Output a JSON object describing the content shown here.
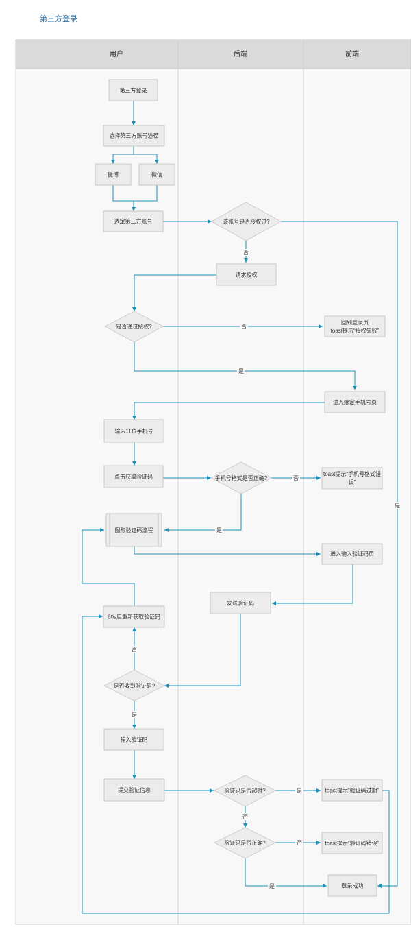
{
  "title": "第三方登录",
  "lanes": [
    "用户",
    "后端",
    "前端"
  ],
  "nodes": {
    "n_start": "第三方登录",
    "n_choose": "选择第三方账号途径",
    "n_weibo": "微博",
    "n_wechat": "微信",
    "n_selected": "选定第三方账号",
    "n_authorized": "该账号是否授权过?",
    "n_request": "请求授权",
    "n_passed": "是否通过授权?",
    "n_back_l1": "回到登录页",
    "n_back_l2": "toast提示“授权失败”",
    "n_bind": "进入绑定手机号页",
    "n_input11": "输入11位手机号",
    "n_getcode": "点击获取验证码",
    "n_format": "手机号格式是否正确?",
    "n_fmterr_l1": "toast提示“手机号格式错",
    "n_fmterr_l2": "误”",
    "n_captcha": "图形验证码流程",
    "n_codepage": "进入输入验证码页",
    "n_send": "发送验证码",
    "n_retry": "60s后重新获取验证码",
    "n_received": "是否收到验证码?",
    "n_inputcode": "输入验证码",
    "n_submit": "提交验证信息",
    "n_timeout": "验证码是否超时?",
    "n_expired": "toast提示“验证码过期”",
    "n_correct": "验证码是否正确?",
    "n_wrong": "toast提示“验证码错误”",
    "n_success": "登录成功"
  },
  "edge_labels": {
    "no": "否",
    "yes": "是"
  }
}
